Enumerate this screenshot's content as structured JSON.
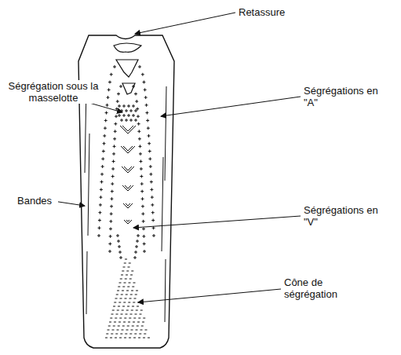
{
  "diagram": {
    "labels": [
      "Retassure",
      "Ségrégation sous la masselotte",
      "Ségrégations en \"A\"",
      "Bandes",
      "Ségrégations en \"V\"",
      "Cône de ségrégation"
    ]
  }
}
